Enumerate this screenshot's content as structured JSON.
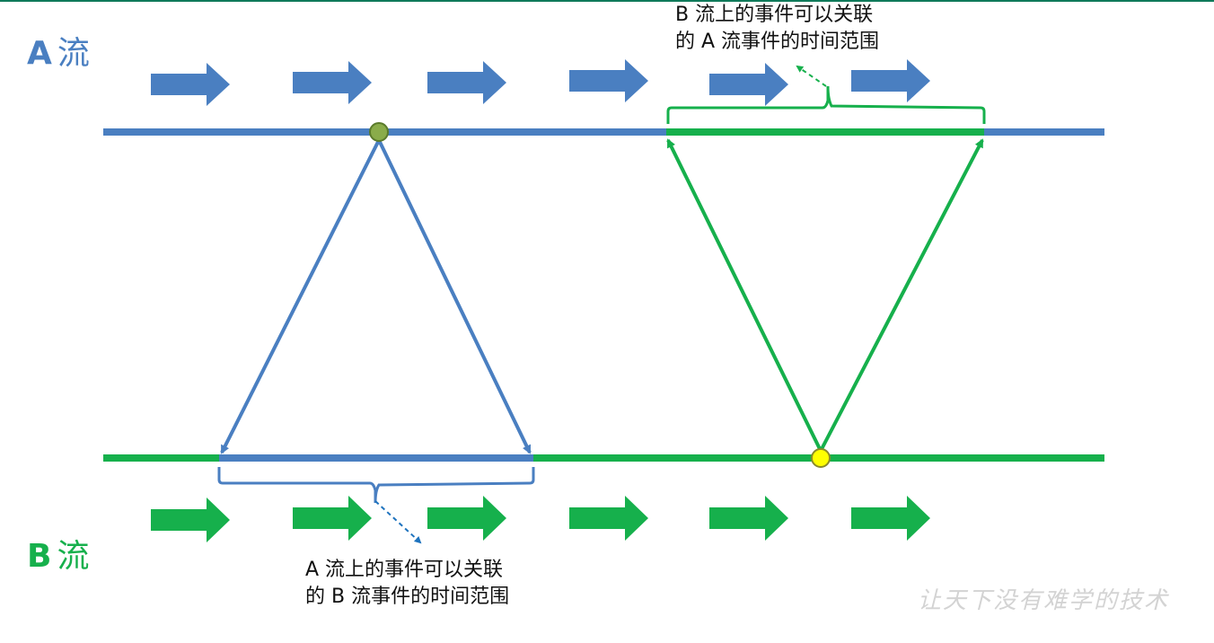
{
  "stream_a": {
    "letter": "A",
    "name": "流",
    "color": "#4a7fc1"
  },
  "stream_b": {
    "letter": "B",
    "name": "流",
    "color": "#16b04c"
  },
  "note_b": {
    "line1": "B 流上的事件可以关联",
    "line2": "的 A 流事件的时间范围"
  },
  "note_a": {
    "line1": "A 流上的事件可以关联",
    "line2": "的 B 流事件的时间范围"
  },
  "markers": {
    "a_event_color": "#8aac4a",
    "b_event_color": "#ffff00"
  },
  "watermark": "让天下没有难学的技术"
}
